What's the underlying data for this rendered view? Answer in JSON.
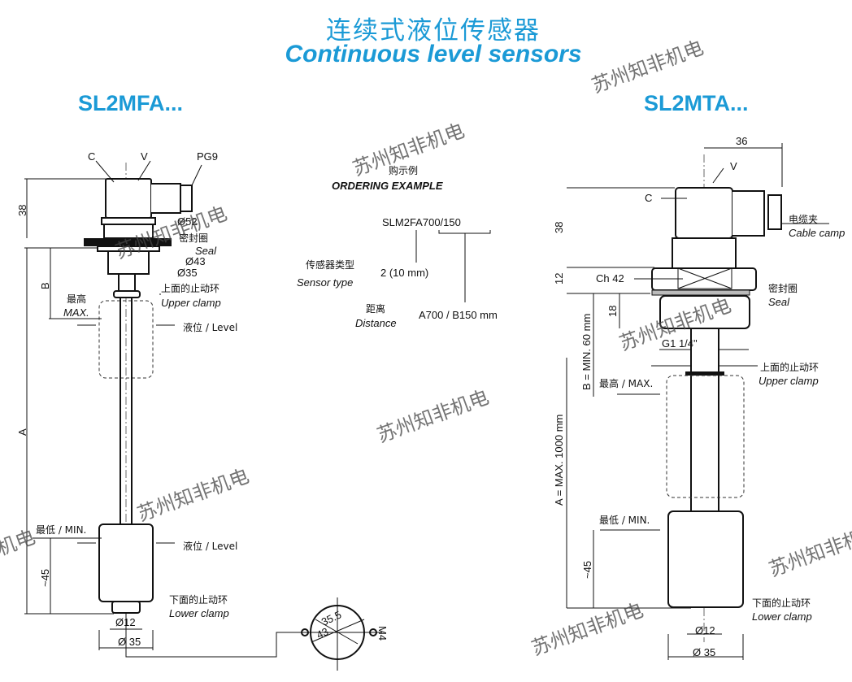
{
  "title_cn": "连续式液位传感器",
  "title_en": "Continuous level sensors",
  "models": {
    "left": "SL2MFA...",
    "right": "SL2MTA..."
  },
  "watermark": "苏州知非机电",
  "left": {
    "c": "C",
    "v": "V",
    "pg9": "PG9",
    "dim_38": "38",
    "dim_b": "B",
    "dim_a": "A",
    "dim_45": "~45",
    "d52": "Ø52",
    "seal_cn": "密封圈",
    "seal_en": "Seal",
    "d43": "Ø43",
    "d35": "Ø35",
    "upper_cn": "上面的止动环",
    "upper_en": "Upper clamp",
    "max_cn": "最高",
    "max_en": "MAX.",
    "level1": "液位 / Level",
    "level2": "液位 / Level",
    "min": "最低 / MIN.",
    "lower_cn": "下面的止动环",
    "lower_en": "Lower clamp",
    "d12": "Ø12",
    "d35b": "Ø 35",
    "flange": {
      "d1": "35.5",
      "d2": "43",
      "screw": "M4"
    }
  },
  "ordering": {
    "cn": "购示例",
    "en": "ORDERING EXAMPLE",
    "code": "SLM2FA700/150",
    "type_cn": "传感器类型",
    "type_en": "Sensor type",
    "type_val": "2 (10 mm)",
    "dist_cn": "距离",
    "dist_en": "Distance",
    "dist_val": "A700 / B150 mm"
  },
  "right": {
    "dim_36": "36",
    "v": "V",
    "c": "C",
    "dim_38": "38",
    "dim_12": "12",
    "ch42": "Ch 42",
    "dim_18": "18",
    "g": "G1 1/4\"",
    "dim_b": "B = MIN. 60 mm",
    "dim_a": "A = MAX. 1000 mm",
    "dim_45": "~45",
    "cable_cn": "电缆夹",
    "cable_en": "Cable camp",
    "seal_cn": "密封圈",
    "seal_en": "Seal",
    "upper_cn": "上面的止动环",
    "upper_en": "Upper clamp",
    "max": "最高 / MAX.",
    "min": "最低 / MIN.",
    "lower_cn": "下面的止动环",
    "lower_en": "Lower clamp",
    "d12": "Ø12",
    "d35": "Ø 35"
  }
}
